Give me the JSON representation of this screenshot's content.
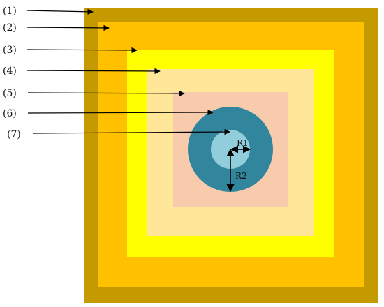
{
  "diagram": {
    "layers": [
      {
        "label": "(1)",
        "color": "#C49A00"
      },
      {
        "label": "(2)",
        "color": "#FFC000"
      },
      {
        "label": "(3)",
        "color": "#FFFF00"
      },
      {
        "label": "(4)",
        "color": "#FFE699"
      },
      {
        "label": "(5)",
        "color": "#F8CBAD"
      },
      {
        "label": "(6)",
        "color": "#31859C"
      },
      {
        "label": "(7)",
        "color": "#92CDDC"
      }
    ],
    "radius_labels": {
      "inner": "R1",
      "outer": "R2"
    }
  }
}
